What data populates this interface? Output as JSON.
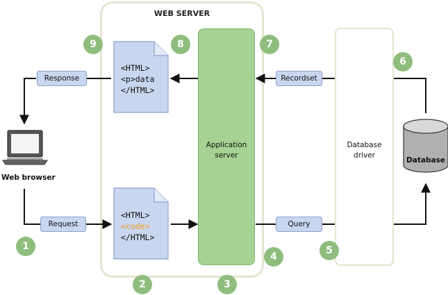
{
  "web_server": {
    "title": "WEB SERVER"
  },
  "app_server": {
    "line1": "Application",
    "line2": "server"
  },
  "database_driver": {
    "line1": "Database",
    "line2": "driver"
  },
  "database": {
    "label": "Database"
  },
  "web_browser": {
    "label": "Web browser"
  },
  "labels": {
    "response": "Response",
    "request": "Request",
    "recordset": "Recordset",
    "query": "Query"
  },
  "response_doc": {
    "line1": "<HTML>",
    "line2": "<p>data",
    "line3": "</HTML>"
  },
  "request_doc": {
    "line1": "<HTML>",
    "line2": "<code>",
    "line3": "</HTML>"
  },
  "steps": [
    "1",
    "2",
    "3",
    "4",
    "5",
    "6",
    "7",
    "8",
    "9"
  ],
  "colors": {
    "app_server_fill": "#a6d293",
    "badge_fill": "#8fbd7e",
    "label_fill": "#c9d6ef",
    "document_fill": "#c9d6ef",
    "code_text": "#f29b1a",
    "frame_border": "#e3e5cf"
  }
}
